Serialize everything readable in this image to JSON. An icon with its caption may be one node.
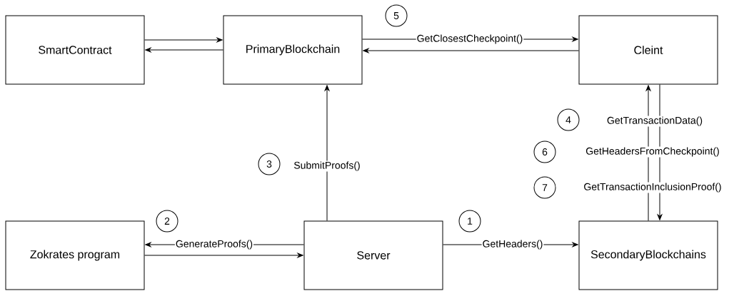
{
  "diagram": {
    "nodes": [
      {
        "text": [
          "SmartContract"
        ]
      },
      {
        "text": [
          "PrimaryBlockchain"
        ]
      },
      {
        "text": [
          "Cleint"
        ]
      },
      {
        "text": [
          "Zokrates program"
        ]
      },
      {
        "text": [
          "Server"
        ]
      },
      {
        "text": [
          "SecondaryBlockchains"
        ]
      },
      {
        "text": [
          "5"
        ]
      },
      {
        "text": [
          "4"
        ]
      },
      {
        "text": [
          "6"
        ]
      },
      {
        "text": [
          "3"
        ]
      },
      {
        "text": [
          "7"
        ]
      },
      {
        "text": [
          "2"
        ]
      },
      {
        "text": [
          "1"
        ]
      }
    ],
    "edges": [
      {
        "from": 0,
        "to": 1,
        "arrow": "to"
      },
      {
        "from": 1,
        "to": 0,
        "arrow": "to"
      },
      {
        "from": 1,
        "to": 2,
        "arrow": "to",
        "label": "GetClosestCheckpoint()"
      },
      {
        "from": 2,
        "to": 1,
        "arrow": "to"
      },
      {
        "from": 4,
        "to": 1,
        "arrow": "to",
        "label": "SubmitProofs()"
      },
      {
        "from": 4,
        "to": 3,
        "arrow": "to",
        "label": "GenerateProofs()"
      },
      {
        "from": 3,
        "to": 4,
        "arrow": "to"
      },
      {
        "from": 4,
        "to": 5,
        "arrow": "to",
        "label": "GetHeaders()"
      },
      {
        "from": 5,
        "to": 2,
        "arrow": "to"
      },
      {
        "from": 2,
        "to": 5,
        "arrow": "to"
      }
    ],
    "labels": [
      "GetTransactionData()",
      "GetHeadersFromCheckpoint()",
      "GetTransactionInclusionProof()"
    ]
  }
}
